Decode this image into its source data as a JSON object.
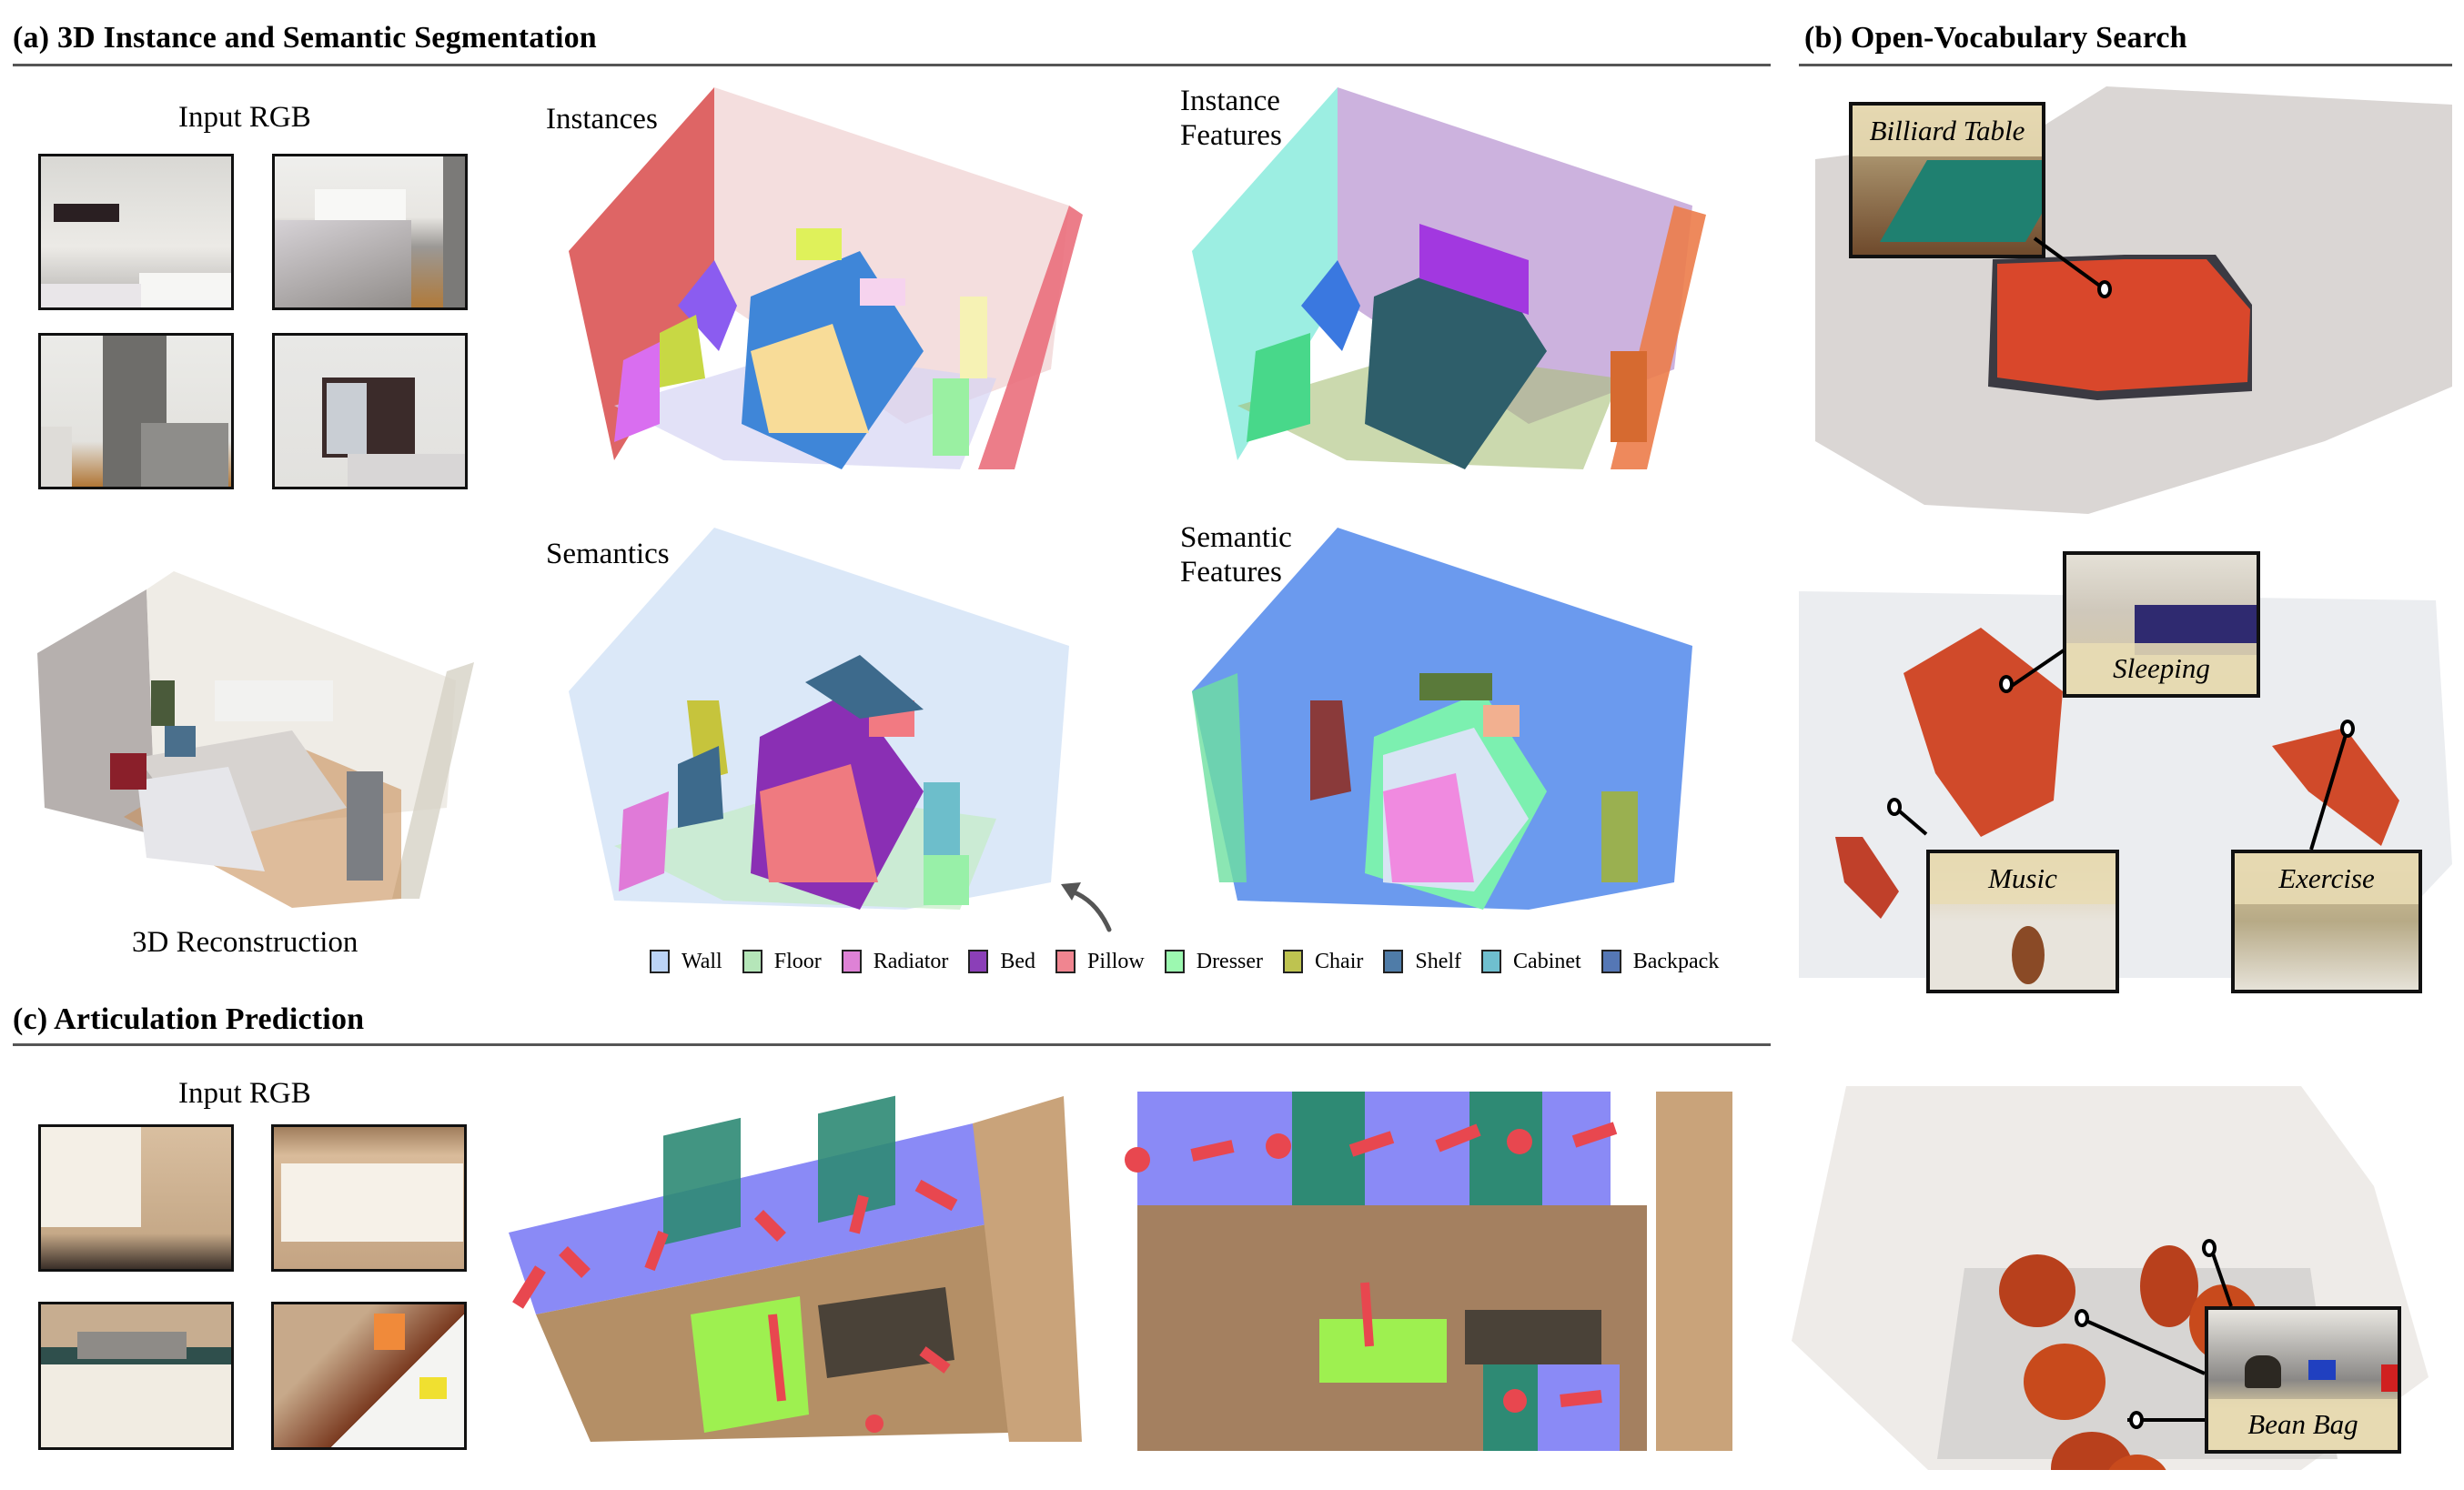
{
  "section_a": {
    "title": "(a) 3D Instance and Semantic Segmentation",
    "input_rgb_label": "Input RGB",
    "reconstruction_label": "3D Reconstruction",
    "panels": [
      {
        "label_line1": "Instances",
        "label_line2": ""
      },
      {
        "label_line1": "Instance",
        "label_line2": "Features"
      },
      {
        "label_line1": "Semantics",
        "label_line2": ""
      },
      {
        "label_line1": "Semantic",
        "label_line2": "Features"
      }
    ],
    "legend": [
      {
        "label": "Wall",
        "color": "#bcd4f6"
      },
      {
        "label": "Floor",
        "color": "#b5e6b9"
      },
      {
        "label": "Radiator",
        "color": "#de82d6"
      },
      {
        "label": "Bed",
        "color": "#8b3fb8"
      },
      {
        "label": "Pillow",
        "color": "#f08590"
      },
      {
        "label": "Dresser",
        "color": "#9cf8b0"
      },
      {
        "label": "Chair",
        "color": "#bec350"
      },
      {
        "label": "Shelf",
        "color": "#4f7ca8"
      },
      {
        "label": "Cabinet",
        "color": "#6fbfcf"
      },
      {
        "label": "Backpack",
        "color": "#5577b5"
      }
    ]
  },
  "section_b": {
    "title": "(b) Open-Vocabulary Search",
    "queries": [
      {
        "label": "Billiard Table"
      },
      {
        "label": "Sleeping"
      },
      {
        "label": "Music"
      },
      {
        "label": "Exercise"
      },
      {
        "label": "Bean Bag"
      }
    ]
  },
  "section_c": {
    "title": "(c) Articulation Prediction",
    "input_rgb_label": "Input RGB"
  },
  "colors": {
    "rule": "#555555",
    "highlight": "#d9472b",
    "arrow": "#e8474f"
  }
}
